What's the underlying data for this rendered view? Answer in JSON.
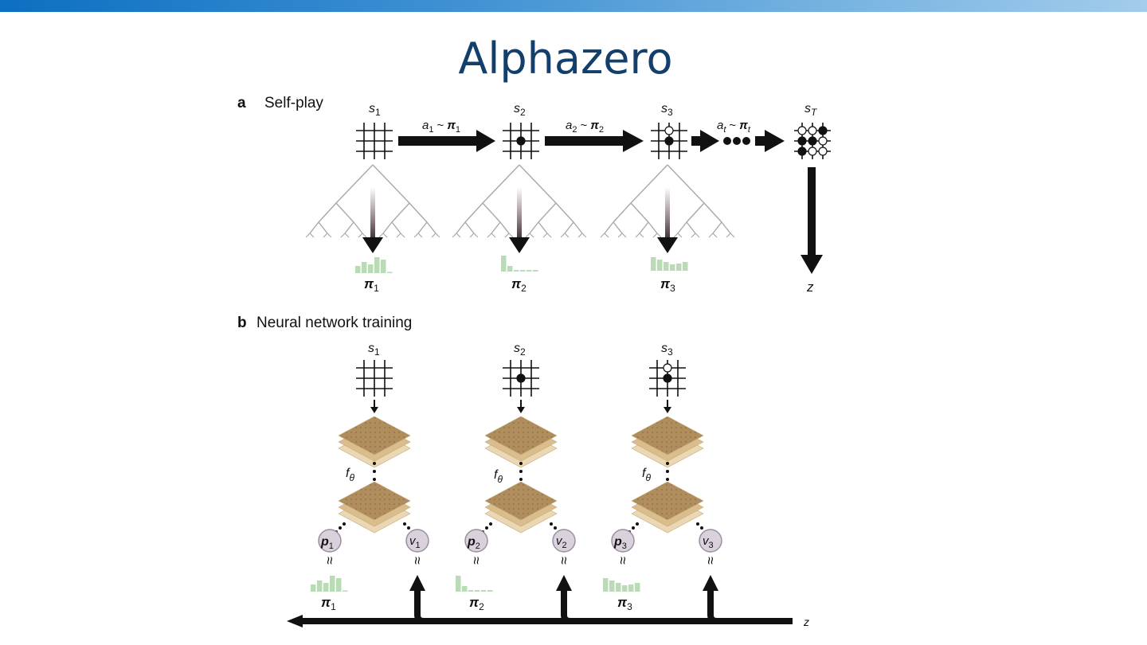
{
  "slide": {
    "title": "Alphazero"
  },
  "colors": {
    "top_bar_start": "#0d6fc2",
    "top_bar_end": "#a2cceb",
    "title": "#123f6b",
    "policy_bars": "#b9dcb7",
    "network_layer": "#b08d5c",
    "output_node": "#d9d2dd",
    "tree_lines": "#a8a8a8"
  },
  "panel_a": {
    "letter": "a",
    "heading": "Self-play",
    "states": [
      {
        "label": "s",
        "sub": "1",
        "stones": []
      },
      {
        "label": "s",
        "sub": "2",
        "stones": [
          {
            "c": 1,
            "r": 1,
            "color": "black"
          }
        ]
      },
      {
        "label": "s",
        "sub": "3",
        "stones": [
          {
            "c": 1,
            "r": 0,
            "color": "white"
          },
          {
            "c": 1,
            "r": 1,
            "color": "black"
          }
        ]
      },
      {
        "label": "s",
        "sub": "T",
        "stones": [
          {
            "c": 0,
            "r": 0,
            "color": "white"
          },
          {
            "c": 1,
            "r": 0,
            "color": "white"
          },
          {
            "c": 2,
            "r": 0,
            "color": "black"
          },
          {
            "c": 0,
            "r": 1,
            "color": "black"
          },
          {
            "c": 1,
            "r": 1,
            "color": "black"
          },
          {
            "c": 2,
            "r": 1,
            "color": "white"
          },
          {
            "c": 0,
            "r": 2,
            "color": "black"
          },
          {
            "c": 1,
            "r": 2,
            "color": "white"
          },
          {
            "c": 2,
            "r": 2,
            "color": "white"
          }
        ]
      }
    ],
    "actions": [
      {
        "a": "a",
        "a_sub": "1",
        "sep": "~",
        "pi_sub": "1"
      },
      {
        "a": "a",
        "a_sub": "2",
        "sep": "~",
        "pi_sub": "2"
      },
      {
        "a": "a",
        "a_sub": "t",
        "sep": "~",
        "pi_sub": "t"
      }
    ],
    "policies": [
      {
        "symbol": "π",
        "sub": "1",
        "heights": [
          0.45,
          0.7,
          0.55,
          1.0,
          0.85,
          0.08
        ]
      },
      {
        "symbol": "π",
        "sub": "2",
        "heights": [
          1.0,
          0.35,
          0.1,
          0.1,
          0.1,
          0.1
        ]
      },
      {
        "symbol": "π",
        "sub": "3",
        "heights": [
          0.85,
          0.7,
          0.55,
          0.4,
          0.45,
          0.55
        ]
      }
    ],
    "outcome": "z"
  },
  "panel_b": {
    "letter": "b",
    "heading": "Neural network training",
    "network_label": "f",
    "network_sub": "θ",
    "columns": [
      {
        "state_sub": "1",
        "p_sub": "1",
        "v_sub": "1",
        "pi_sub": "1"
      },
      {
        "state_sub": "2",
        "p_sub": "2",
        "v_sub": "2",
        "pi_sub": "2"
      },
      {
        "state_sub": "3",
        "p_sub": "3",
        "v_sub": "3",
        "pi_sub": "3"
      }
    ],
    "output_p": "p",
    "output_v": "v",
    "approx": "≈",
    "outcome": "z"
  }
}
